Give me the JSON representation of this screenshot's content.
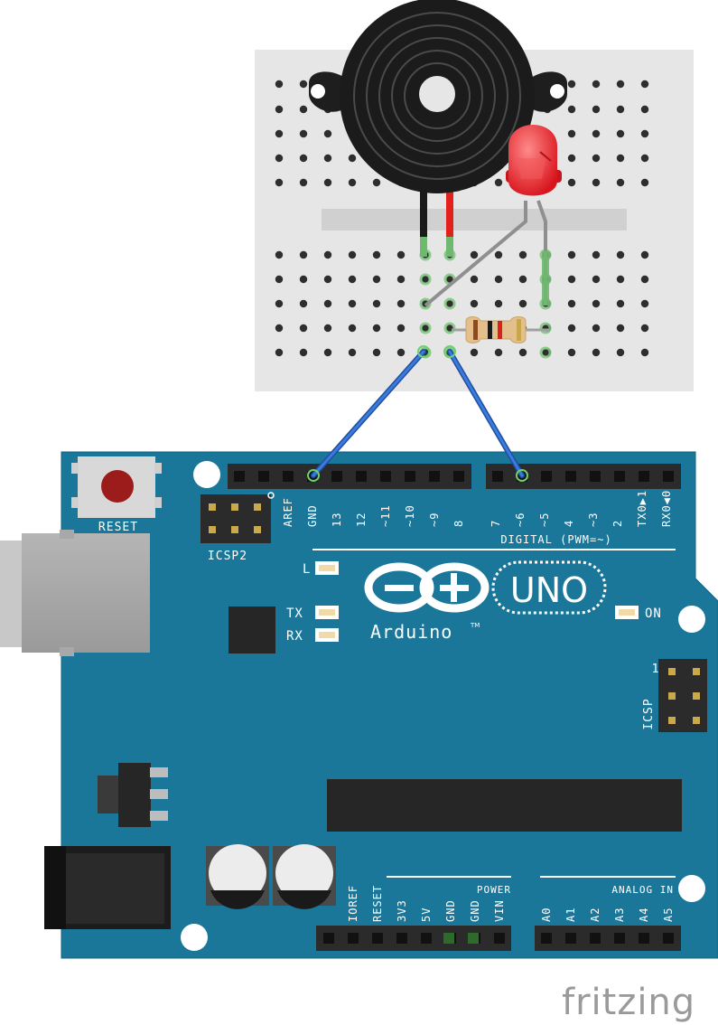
{
  "board": {
    "reset_label": "RESET",
    "icsp2_label": "ICSP2",
    "icsp_label": "ICSP",
    "icsp_pin1_label": "1",
    "digital_header_label": "DIGITAL (PWM=~)",
    "led_l_label": "L",
    "led_tx_label": "TX",
    "led_rx_label": "RX",
    "led_on_label": "ON",
    "brand_label": "Arduino",
    "brand_tm": "TM",
    "model_label": "UNO",
    "power_header_label": "POWER",
    "analog_header_label": "ANALOG IN",
    "digital_pins_left": [
      "AREF",
      "GND",
      "13",
      "12",
      "~11",
      "~10",
      "~9",
      "8"
    ],
    "digital_pins_right": [
      "7",
      "~6",
      "~5",
      "4",
      "~3",
      "2",
      "TX0▶1",
      "RX0◀0"
    ],
    "power_pins": [
      "IOREF",
      "RESET",
      "3V3",
      "5V",
      "GND",
      "GND",
      "VIN"
    ],
    "analog_pins": [
      "A0",
      "A1",
      "A2",
      "A3",
      "A4",
      "A5"
    ]
  },
  "watermark": {
    "text": "fritzing"
  },
  "colors": {
    "board": "#1a7799",
    "breadboard": "#e6e6e6",
    "wire": "#2f6fd1",
    "led": "#e8232a",
    "header": "#2b2b2b",
    "watermark": "#9a9a9a"
  }
}
